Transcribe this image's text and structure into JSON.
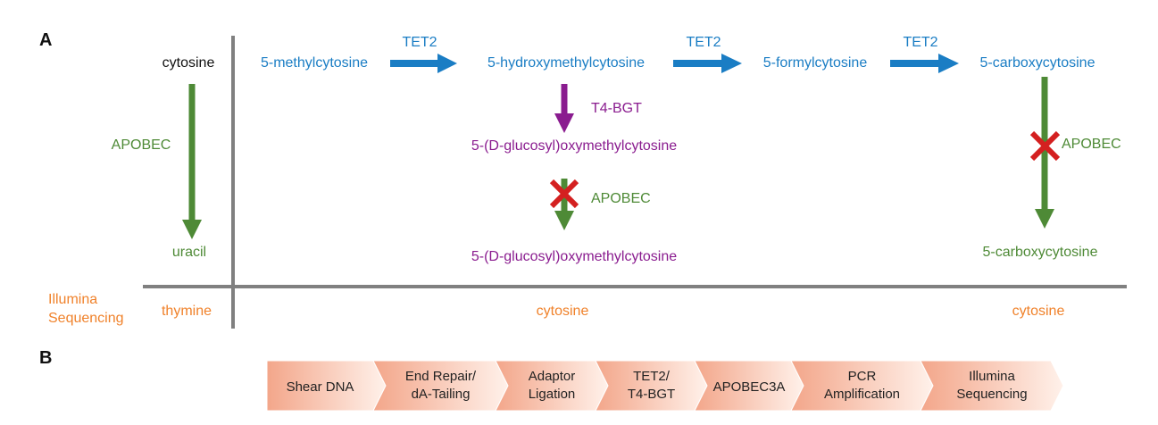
{
  "panel_a": {
    "label": "A",
    "cytosine": "cytosine",
    "apobec_left": "APOBEC",
    "uracil": "uracil",
    "methylcytosine": "5-methylcytosine",
    "tet2_1": "TET2",
    "hmc": "5-hydroxymethylcytosine",
    "tet2_2": "TET2",
    "fc": "5-formylcytosine",
    "tet2_3": "TET2",
    "cac": "5-carboxycytosine",
    "t4bgt": "T4-BGT",
    "ghmc": "5-(D-glucosyl)oxymethylcytosine",
    "apobec_mid": "APOBEC",
    "ghmc_out": "5-(D-glucosyl)oxymethylcytosine",
    "apobec_right": "APOBEC",
    "cac_out": "5-carboxycytosine",
    "seq_label_line1": "Illumina",
    "seq_label_line2": "Sequencing",
    "seq_thymine": "thymine",
    "seq_cytosine_mid": "cytosine",
    "seq_cytosine_right": "cytosine"
  },
  "panel_b": {
    "label": "B",
    "steps": [
      {
        "line1": "Shear DNA",
        "line2": ""
      },
      {
        "line1": "End Repair/",
        "line2": "dA-Tailing"
      },
      {
        "line1": "Adaptor",
        "line2": "Ligation"
      },
      {
        "line1": "TET2/",
        "line2": "T4-BGT"
      },
      {
        "line1": "APOBEC3A",
        "line2": ""
      },
      {
        "line1": "PCR",
        "line2": "Amplification"
      },
      {
        "line1": "Illumina",
        "line2": "Sequencing"
      }
    ]
  },
  "colors": {
    "blue": "#1a7dc4",
    "green": "#4e8a36",
    "purple": "#8a1c8f",
    "orange": "#f0822b",
    "red": "#d42020",
    "axis": "#808080",
    "chevron_start": "#f3a68a",
    "chevron_end": "#fff1ea"
  }
}
